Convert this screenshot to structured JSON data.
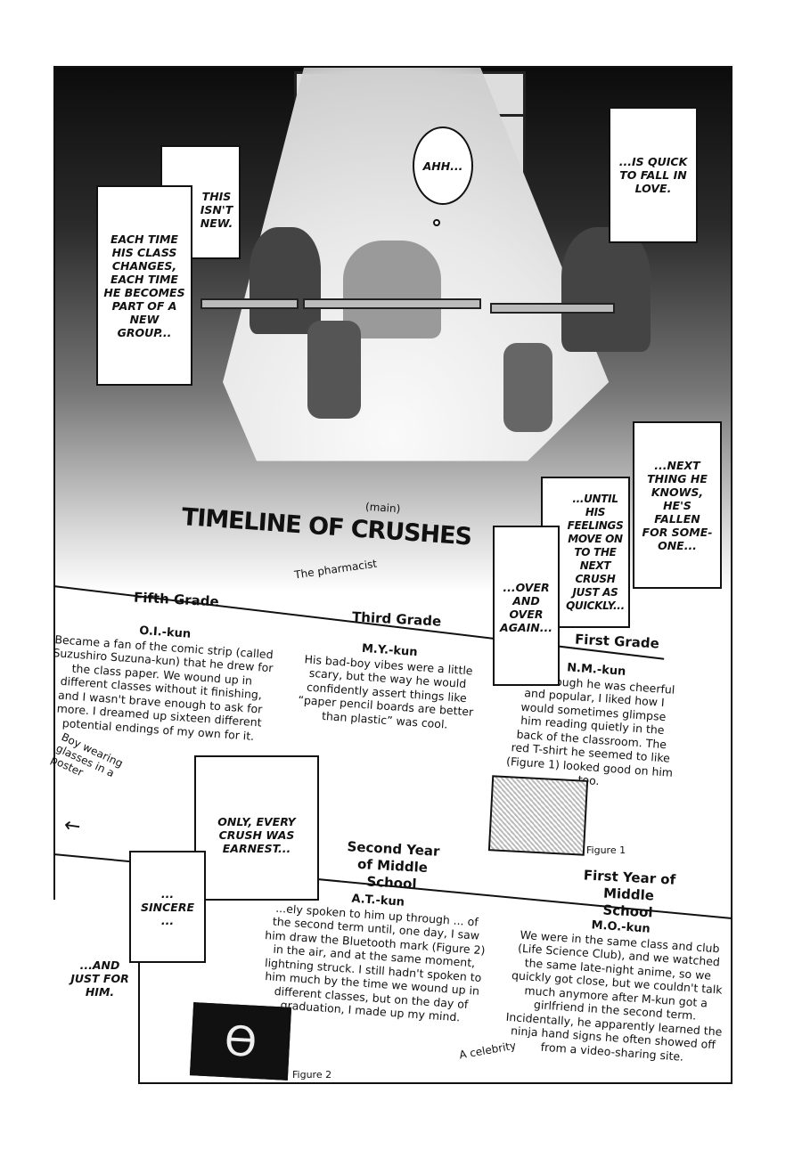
{
  "captions": {
    "this_isnt_new": "THIS ISN'T NEW.",
    "each_time": "EACH TIME HIS CLASS CHANGES, EACH TIME HE BECOMES PART OF A NEW GROUP...",
    "ahh": "AHH...",
    "quick_to_fall": "...IS QUICK TO FALL IN LOVE.",
    "next_thing": "...NEXT THING HE KNOWS, HE'S FALLEN FOR SOME-ONE...",
    "until": "...UNTIL HIS FEELINGS MOVE ON TO THE NEXT CRUSH JUST AS QUICKLY...",
    "over_and_over": "...OVER AND OVER AGAIN...",
    "only_every": "ONLY, EVERY CRUSH WAS EARNEST...",
    "sincere": "... SINCERE ...",
    "and_just": "...AND JUST FOR HIM."
  },
  "title": {
    "main": "TIMELINE OF CRUSHES",
    "insert": "(main)"
  },
  "notes": {
    "pharmacist": "The pharmacist",
    "boy_poster": "Boy wearing glasses in a poster",
    "celebrity": "A celebrity"
  },
  "timeline": [
    {
      "grade": "Fifth Grade",
      "name": "O.I.-kun",
      "text": "Became a fan of the comic strip (called Suzushiro Suzuna-kun) that he drew for the class paper. We wound up in different classes without it finishing, and I wasn't brave enough to ask for more. I dreamed up sixteen different potential endings of my own for it."
    },
    {
      "grade": "Third Grade",
      "name": "M.Y.-kun",
      "text": "His bad-boy vibes were a little scary, but the way he would confidently assert things like “paper pencil boards are better than plastic” was cool."
    },
    {
      "grade": "First Grade",
      "name": "N.M.-kun",
      "text": "...en though he was cheerful and popular, I liked how I would sometimes glimpse him reading quietly in the back of the classroom. The red T-shirt he seemed to like (Figure 1) looked good on him too.",
      "figure": "Figure 1"
    },
    {
      "grade": "Second Year of Middle School",
      "name": "A.T.-kun",
      "text": "...ely spoken to him up through ... of the second term until, one day, I saw him draw the Bluetooth mark (Figure 2) in the air, and at the same moment, lightning struck. I still hadn't spoken to him much by the time we wound up in different classes, but on the day of graduation, I made up my mind.",
      "figure": "Figure 2"
    },
    {
      "grade": "First Year of Middle School",
      "name": "M.O.-kun",
      "text": "We were in the same class and club (Life Science Club), and we watched the same late-night anime, so we quickly got close, but we couldn't talk much anymore after M-kun got a girlfriend in the second term. Incidentally, he apparently learned the ninja hand signs he often showed off from a video-sharing site."
    }
  ]
}
